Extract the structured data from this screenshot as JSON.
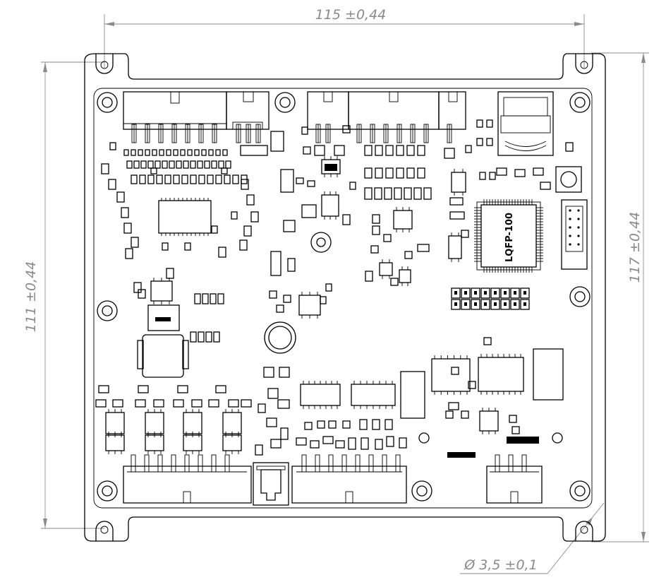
{
  "drawing": {
    "dimensions": {
      "width": "115 ±0,44",
      "height_left": "111 ±0,44",
      "height_right": "117 ±0,44",
      "hole_diameter": "Ø 3,5 ±0,1"
    },
    "labels": {
      "mcu": "LQFP-100"
    }
  }
}
